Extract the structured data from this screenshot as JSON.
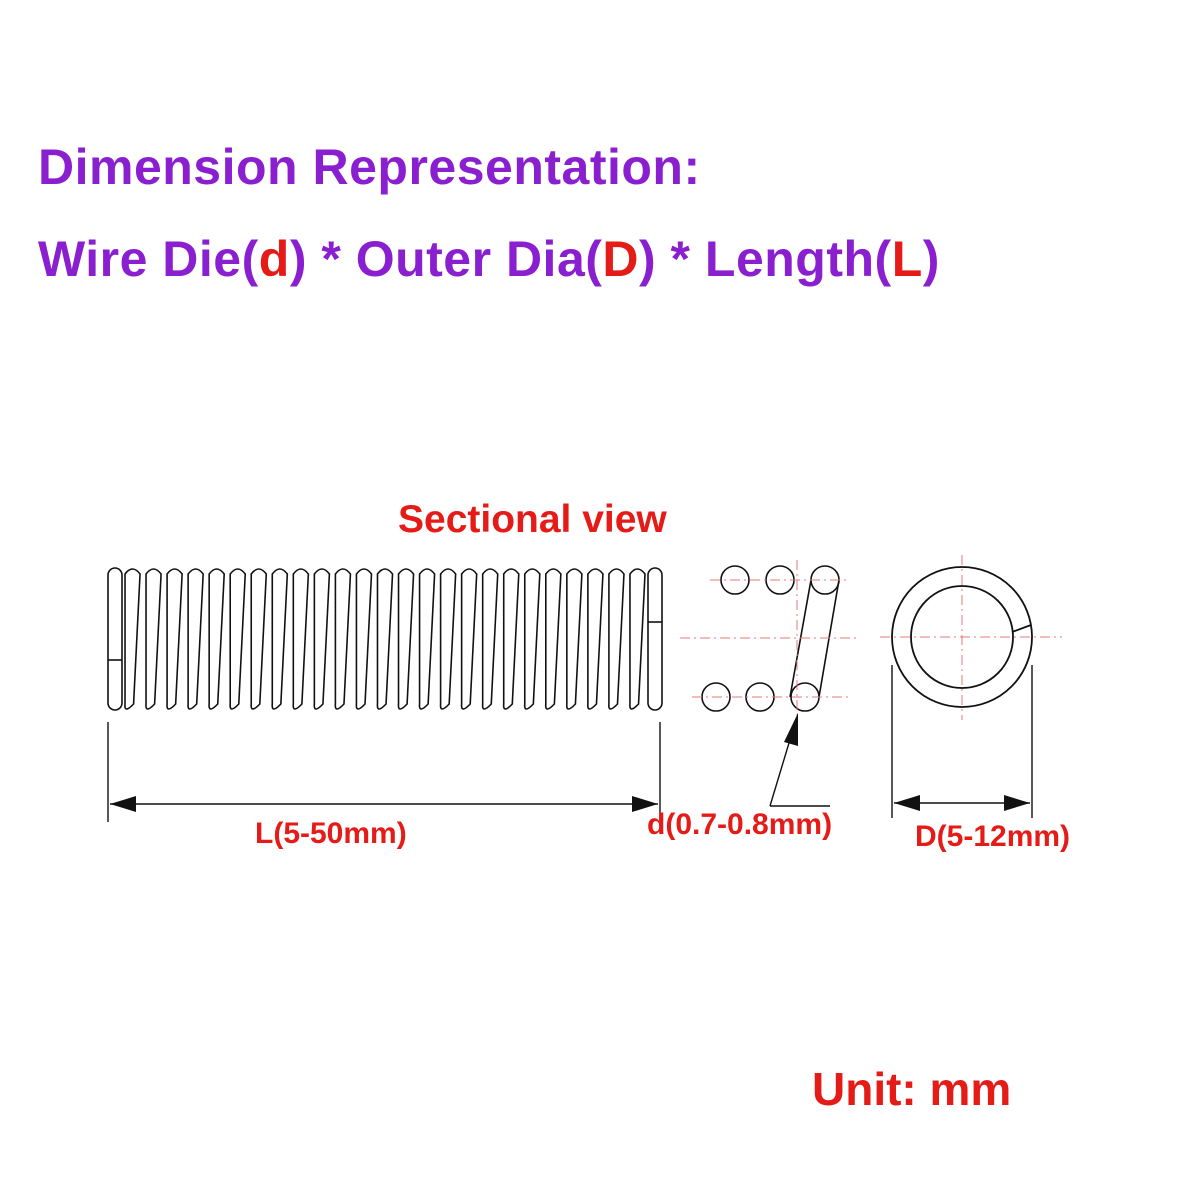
{
  "heading": {
    "line1": "Dimension Representation:",
    "line2": [
      {
        "text": "Wire Die(",
        "color": "purple"
      },
      {
        "text": "d",
        "color": "red"
      },
      {
        "text": ") * Outer Dia(",
        "color": "purple"
      },
      {
        "text": "D",
        "color": "red"
      },
      {
        "text": ") * Length(",
        "color": "purple"
      },
      {
        "text": "L",
        "color": "red"
      },
      {
        "text": ")",
        "color": "purple"
      }
    ]
  },
  "diagram": {
    "section_title": "Sectional view",
    "length_label": "L(5-50mm)",
    "wire_label": "d(0.7-0.8mm)",
    "outer_label": "D(5-12mm)",
    "unit_label": "Unit: mm"
  },
  "colors": {
    "heading": "#8a1fd0",
    "label": "#e41b17",
    "centerline": "#e07a7a",
    "line": "#111111"
  }
}
